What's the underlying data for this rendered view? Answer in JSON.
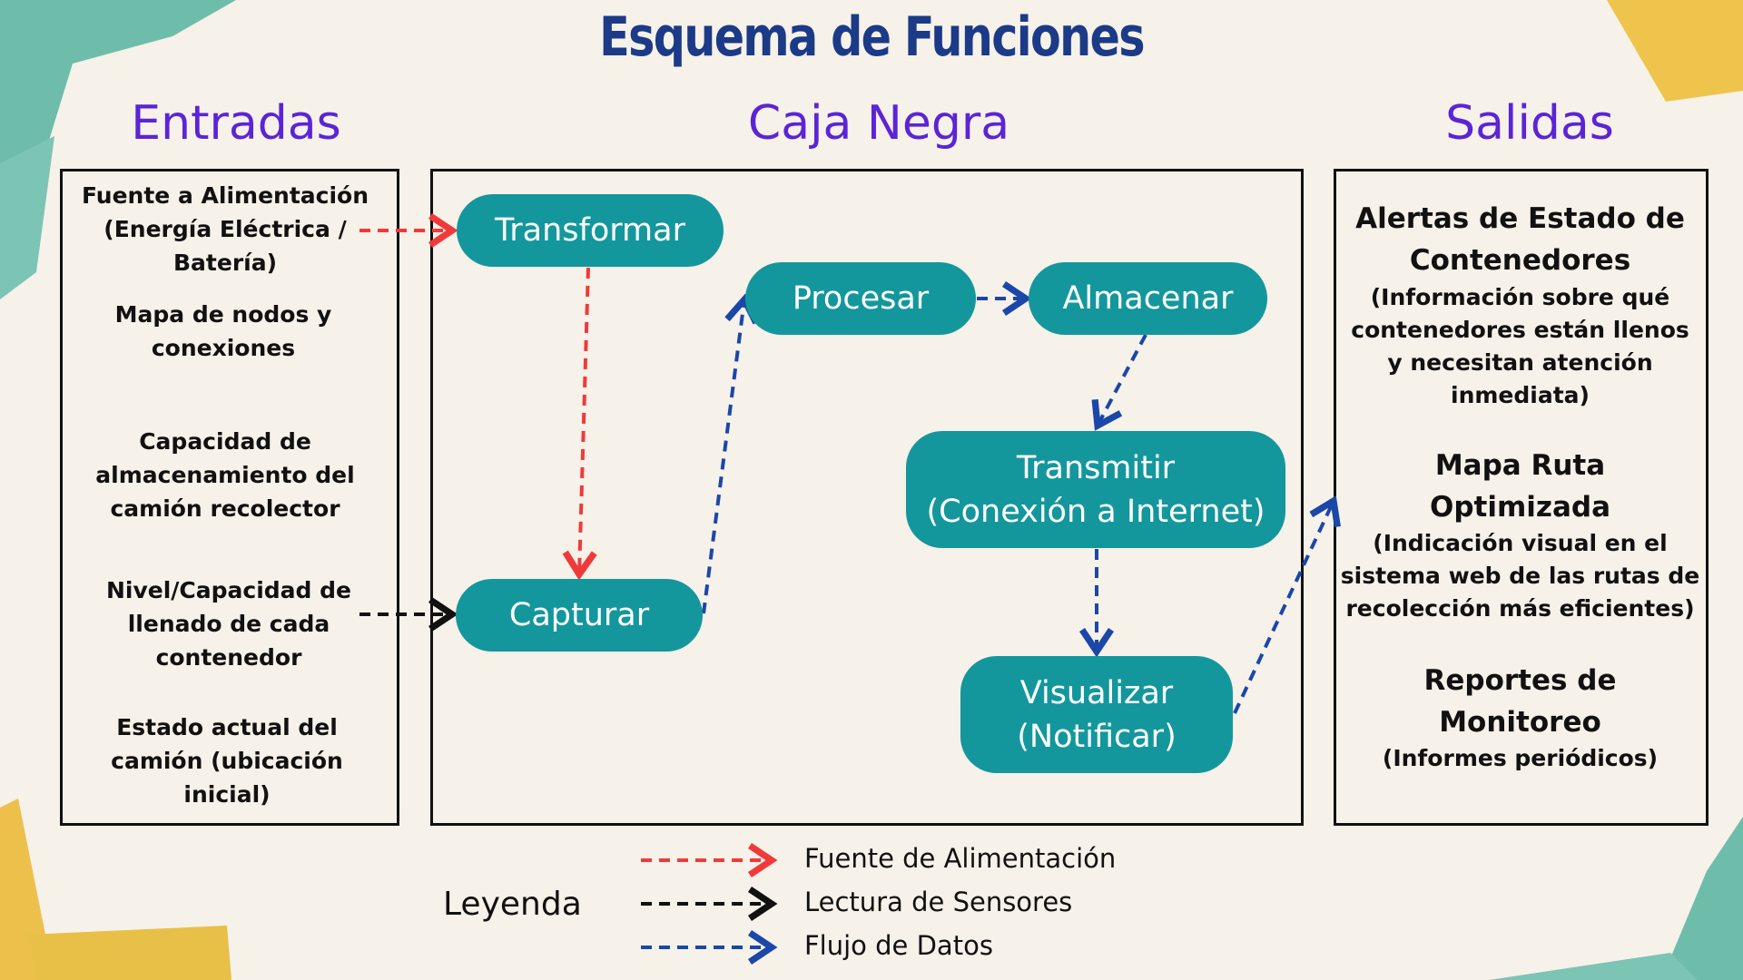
{
  "title": "Esquema de Funciones",
  "columns": {
    "inputs": "Entradas",
    "black_box": "Caja Negra",
    "outputs": "Salidas"
  },
  "inputs": [
    {
      "line1": "Fuente a Alimentación",
      "line2": "(Energía Eléctrica /",
      "line3": "Batería)"
    },
    {
      "line1": "Mapa de nodos y",
      "line2": "conexiones"
    },
    {
      "line1": "Capacidad de",
      "line2": "almacenamiento del",
      "line3": "camión recolector"
    },
    {
      "line1": "Nivel/Capacidad de",
      "line2": "llenado de cada",
      "line3": "contenedor"
    },
    {
      "line1": "Estado actual del",
      "line2": "camión (ubicación",
      "line3": "inicial)"
    }
  ],
  "nodes": {
    "transformar": "Transformar",
    "capturar": "Capturar",
    "procesar": "Procesar",
    "almacenar": "Almacenar",
    "transmitir": {
      "line1": "Transmitir",
      "line2": "(Conexión a Internet)"
    },
    "visualizar": {
      "line1": "Visualizar",
      "line2": "(Notificar)"
    }
  },
  "outputs": [
    {
      "title1": "Alertas de Estado de",
      "title2": "Contenedores",
      "desc1": "(Información sobre qué",
      "desc2": "contenedores están llenos",
      "desc3": "y necesitan atención",
      "desc4": "inmediata)"
    },
    {
      "title1": "Mapa Ruta",
      "title2": "Optimizada",
      "desc1": "(Indicación visual en el",
      "desc2": "sistema web de las rutas de",
      "desc3": "recolección más eficientes)"
    },
    {
      "title1": "Reportes de",
      "title2": "Monitoreo",
      "desc1": "(Informes periódicos)"
    }
  ],
  "legend": {
    "title": "Leyenda",
    "items": [
      {
        "label": "Fuente de Alimentación",
        "color": "#f03a3a"
      },
      {
        "label": "Lectura de Sensores",
        "color": "#111111"
      },
      {
        "label": "Flujo de Datos",
        "color": "#1a47a8"
      }
    ]
  },
  "colors": {
    "background": "#f6f1e9",
    "title": "#1b3a87",
    "column_heading": "#5b24d6",
    "node_fill": "#13979c",
    "node_text": "#ffffff",
    "decor_teal": "#5fb8a6",
    "decor_yellow": "#f0c44a"
  }
}
